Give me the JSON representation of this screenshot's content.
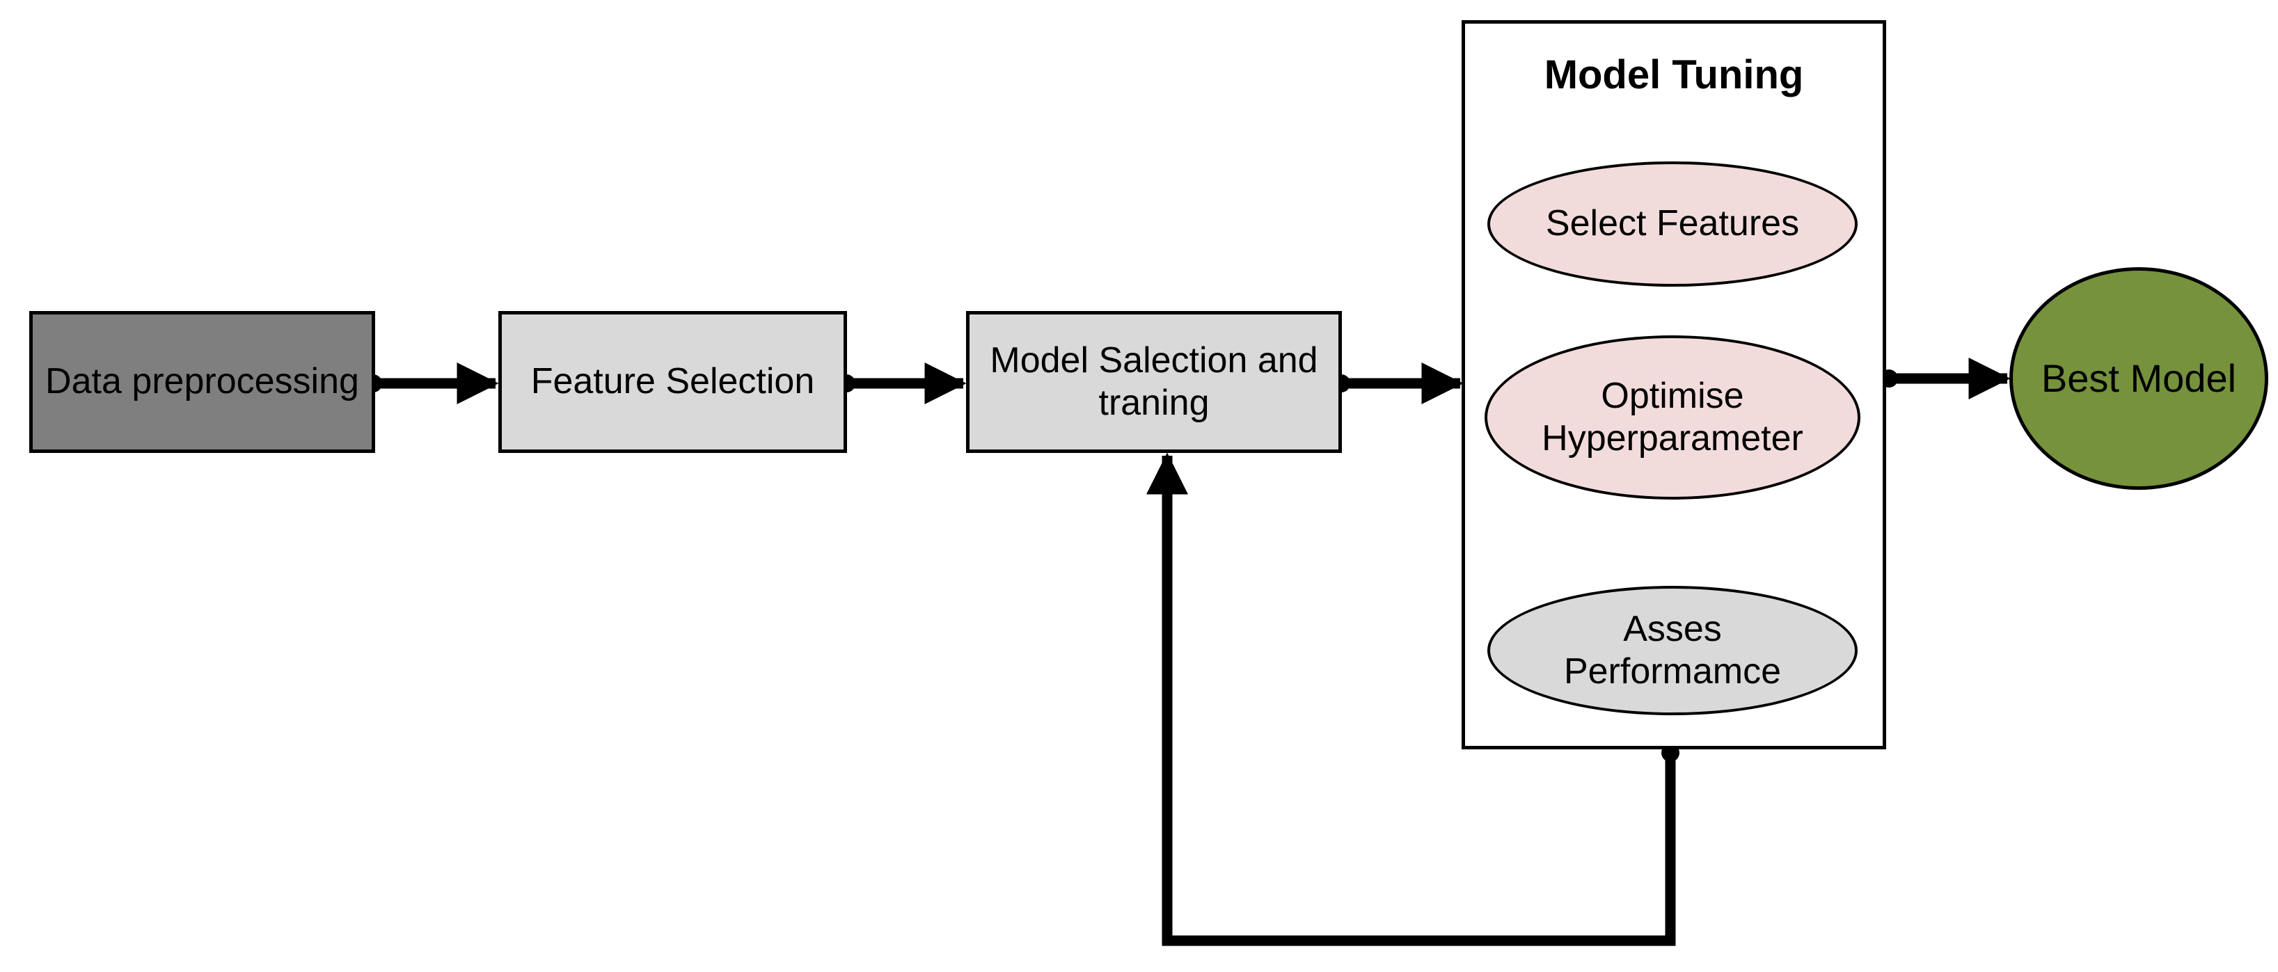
{
  "diagram": {
    "background": "#ffffff",
    "stroke_color": "#000000",
    "nodes": {
      "data_preprocessing": {
        "label": "Data preprocessing",
        "fill": "#7f7f7f",
        "shape": "rect"
      },
      "feature_selection": {
        "label": "Feature Selection",
        "fill": "#d9d9d9",
        "shape": "rect"
      },
      "model_selection_training": {
        "label": "Model Salection and traning",
        "fill": "#d9d9d9",
        "shape": "rect"
      },
      "select_features": {
        "label": "Select Features",
        "fill": "#f2dcdb",
        "shape": "ellipse"
      },
      "optimise_hyperparameter": {
        "label": "Optimise Hyperparameter",
        "fill": "#f2dcdb",
        "shape": "ellipse"
      },
      "assess_performance": {
        "label": "Asses Performamce",
        "fill": "#d9d9d9",
        "shape": "ellipse"
      },
      "best_model": {
        "label": "Best Model",
        "fill": "#76923c",
        "shape": "ellipse"
      }
    },
    "container": {
      "title": "Model Tuning",
      "fill": "#ffffff",
      "children": [
        "select_features",
        "optimise_hyperparameter",
        "assess_performance"
      ]
    },
    "edges": [
      {
        "from": "data_preprocessing",
        "to": "feature_selection",
        "type": "arrow"
      },
      {
        "from": "feature_selection",
        "to": "model_selection_training",
        "type": "arrow"
      },
      {
        "from": "model_selection_training",
        "to": "model_tuning_container",
        "type": "arrow"
      },
      {
        "from": "model_tuning_container",
        "to": "best_model",
        "type": "arrow"
      },
      {
        "from": "select_features",
        "to": "optimise_hyperparameter",
        "type": "arrow"
      },
      {
        "from": "optimise_hyperparameter",
        "to": "assess_performance",
        "type": "arrow"
      },
      {
        "from": "model_tuning_container",
        "to": "model_selection_training",
        "type": "feedback-loop"
      }
    ]
  }
}
